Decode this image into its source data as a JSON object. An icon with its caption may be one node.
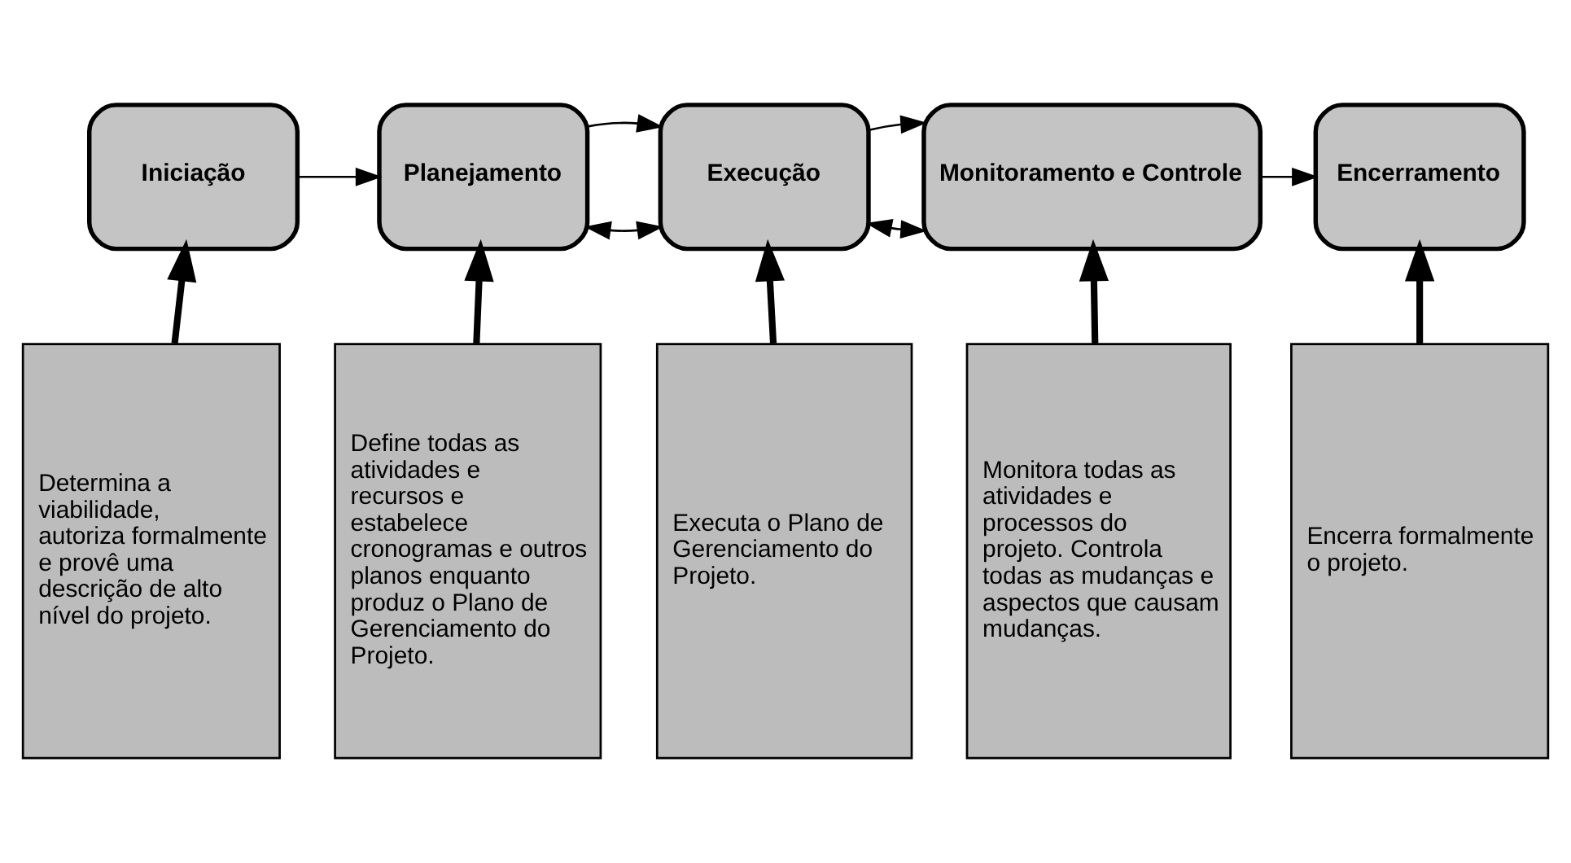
{
  "diagram": {
    "nodes": [
      {
        "text": [
          "Iniciação"
        ]
      },
      {
        "text": [
          "Planejamento"
        ]
      },
      {
        "text": [
          "Execução"
        ]
      },
      {
        "text": [
          "Monitoramento e Controle"
        ]
      },
      {
        "text": [
          "Encerramento"
        ]
      },
      {
        "text": [
          "Determina a viabilidade, autoriza formalmente e provê uma descrição de alto nível do projeto."
        ]
      },
      {
        "text": [
          "Define todas as atividades e recursos e estabelece cronogramas e outros planos enquanto produz o Plano de Gerenciamento do Projeto."
        ]
      },
      {
        "text": [
          "Executa o Plano de Gerenciamento do Projeto."
        ]
      },
      {
        "text": [
          "Monitora todas as atividades e processos do projeto. Controla todas as mudanças e aspectos que causam mudanças."
        ]
      },
      {
        "text": [
          "Encerra formalmente o projeto."
        ]
      }
    ],
    "edges": [
      {
        "from": 0,
        "to": 1,
        "arrow": "to"
      },
      {
        "from": 1,
        "to": 2,
        "arrow": "to"
      },
      {
        "from": 2,
        "to": 3,
        "arrow": "to"
      },
      {
        "from": 3,
        "to": 4,
        "arrow": "to"
      },
      {
        "from": 1,
        "to": 2,
        "arrow": "both"
      },
      {
        "from": 2,
        "to": 3,
        "arrow": "both"
      },
      {
        "from": 5,
        "to": 0,
        "arrow": "to",
        "style": "thick"
      },
      {
        "from": 6,
        "to": 1,
        "arrow": "to",
        "style": "thick"
      },
      {
        "from": 7,
        "to": 2,
        "arrow": "to",
        "style": "thick"
      },
      {
        "from": 8,
        "to": 3,
        "arrow": "to",
        "style": "thick"
      },
      {
        "from": 9,
        "to": 4,
        "arrow": "to",
        "style": "thick"
      }
    ]
  }
}
